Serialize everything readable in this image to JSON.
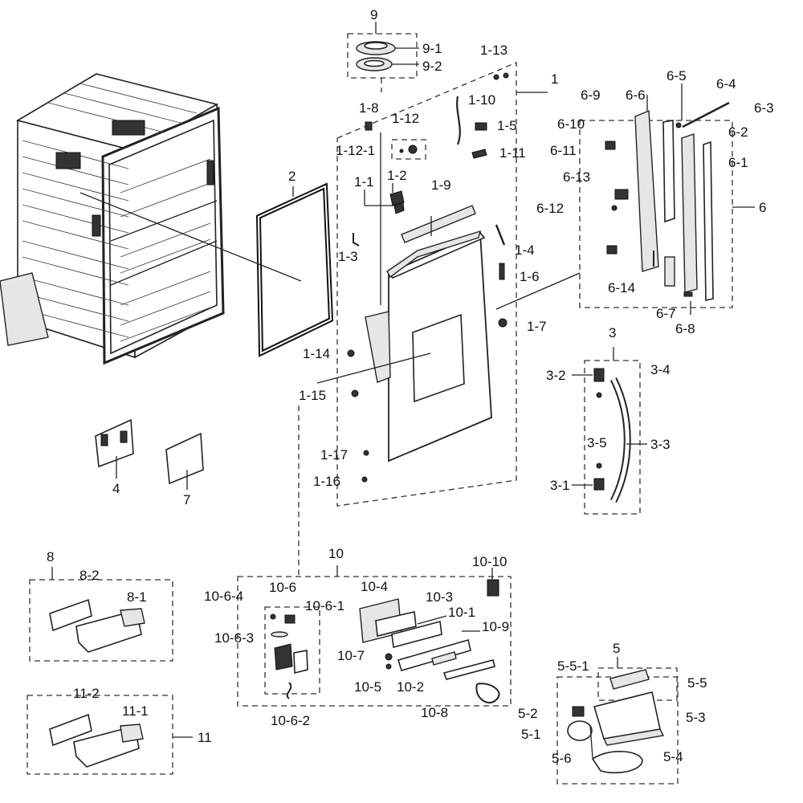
{
  "diagram": {
    "labels": [
      {
        "id": "9",
        "text": "9"
      },
      {
        "id": "9-1",
        "text": "9-1"
      },
      {
        "id": "9-2",
        "text": "9-2"
      },
      {
        "id": "1-13",
        "text": "1-13"
      },
      {
        "id": "1",
        "text": "1"
      },
      {
        "id": "1-10",
        "text": "1-10"
      },
      {
        "id": "1-8",
        "text": "1-8"
      },
      {
        "id": "1-12",
        "text": "1-12"
      },
      {
        "id": "1-5",
        "text": "1-5"
      },
      {
        "id": "1-12-1",
        "text": "1-12-1"
      },
      {
        "id": "1-11",
        "text": "1-11"
      },
      {
        "id": "1-1",
        "text": "1-1"
      },
      {
        "id": "1-2",
        "text": "1-2"
      },
      {
        "id": "1-9",
        "text": "1-9"
      },
      {
        "id": "1-4",
        "text": "1-4"
      },
      {
        "id": "1-3",
        "text": "1-3"
      },
      {
        "id": "1-6",
        "text": "1-6"
      },
      {
        "id": "1-7",
        "text": "1-7"
      },
      {
        "id": "1-14",
        "text": "1-14"
      },
      {
        "id": "1-15",
        "text": "1-15"
      },
      {
        "id": "1-17",
        "text": "1-17"
      },
      {
        "id": "1-16",
        "text": "1-16"
      },
      {
        "id": "2",
        "text": "2"
      },
      {
        "id": "4",
        "text": "4"
      },
      {
        "id": "7",
        "text": "7"
      },
      {
        "id": "6-9",
        "text": "6-9"
      },
      {
        "id": "6-6",
        "text": "6-6"
      },
      {
        "id": "6-5",
        "text": "6-5"
      },
      {
        "id": "6-4",
        "text": "6-4"
      },
      {
        "id": "6-3",
        "text": "6-3"
      },
      {
        "id": "6-10",
        "text": "6-10"
      },
      {
        "id": "6-2",
        "text": "6-2"
      },
      {
        "id": "6-11",
        "text": "6-11"
      },
      {
        "id": "6-1",
        "text": "6-1"
      },
      {
        "id": "6-13",
        "text": "6-13"
      },
      {
        "id": "6-12",
        "text": "6-12"
      },
      {
        "id": "6",
        "text": "6"
      },
      {
        "id": "6-14",
        "text": "6-14"
      },
      {
        "id": "6-7",
        "text": "6-7"
      },
      {
        "id": "6-8",
        "text": "6-8"
      },
      {
        "id": "3",
        "text": "3"
      },
      {
        "id": "3-2",
        "text": "3-2"
      },
      {
        "id": "3-4",
        "text": "3-4"
      },
      {
        "id": "3-5",
        "text": "3-5"
      },
      {
        "id": "3-3",
        "text": "3-3"
      },
      {
        "id": "3-1",
        "text": "3-1"
      },
      {
        "id": "8",
        "text": "8"
      },
      {
        "id": "8-2",
        "text": "8-2"
      },
      {
        "id": "8-1",
        "text": "8-1"
      },
      {
        "id": "10",
        "text": "10"
      },
      {
        "id": "10-10",
        "text": "10-10"
      },
      {
        "id": "10-6",
        "text": "10-6"
      },
      {
        "id": "10-6-4",
        "text": "10-6-4"
      },
      {
        "id": "10-6-1",
        "text": "10-6-1"
      },
      {
        "id": "10-4",
        "text": "10-4"
      },
      {
        "id": "10-3",
        "text": "10-3"
      },
      {
        "id": "10-1",
        "text": "10-1"
      },
      {
        "id": "10-9",
        "text": "10-9"
      },
      {
        "id": "10-6-3",
        "text": "10-6-3"
      },
      {
        "id": "10-7",
        "text": "10-7"
      },
      {
        "id": "10-5",
        "text": "10-5"
      },
      {
        "id": "10-2",
        "text": "10-2"
      },
      {
        "id": "10-6-2",
        "text": "10-6-2"
      },
      {
        "id": "10-8",
        "text": "10-8"
      },
      {
        "id": "11-2",
        "text": "11-2"
      },
      {
        "id": "11-1",
        "text": "11-1"
      },
      {
        "id": "11",
        "text": "11"
      },
      {
        "id": "5",
        "text": "5"
      },
      {
        "id": "5-5-1",
        "text": "5-5-1"
      },
      {
        "id": "5-5",
        "text": "5-5"
      },
      {
        "id": "5-2",
        "text": "5-2"
      },
      {
        "id": "5-3",
        "text": "5-3"
      },
      {
        "id": "5-1",
        "text": "5-1"
      },
      {
        "id": "5-6",
        "text": "5-6"
      },
      {
        "id": "5-4",
        "text": "5-4"
      }
    ]
  }
}
